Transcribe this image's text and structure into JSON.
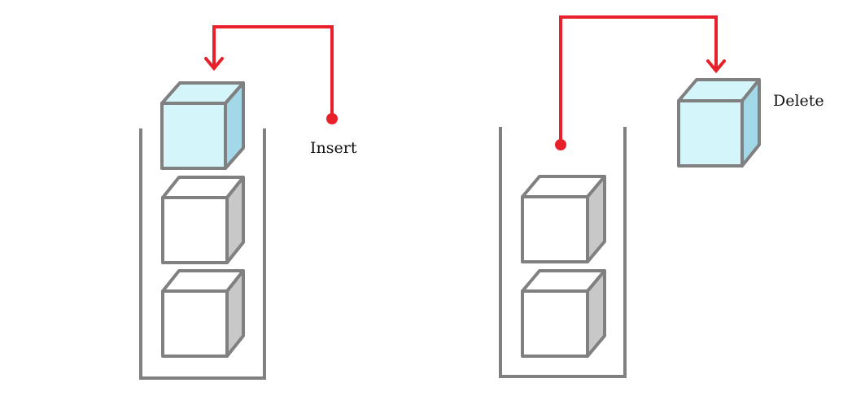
{
  "labels": {
    "insert": "Insert",
    "delete": "Delete"
  },
  "colors": {
    "container": "#808080",
    "box_front": "#ffffff",
    "box_top": "#ffffff",
    "box_side": "#c8c8c8",
    "active_box_front": "#d4f6fa",
    "active_box_top": "#d4f6fa",
    "active_box_side": "#a3d8e8",
    "arrow": "#e8202a"
  },
  "stacks": [
    {
      "name": "insert-stack",
      "stacked_boxes": 2,
      "operation": "insert",
      "active_box_position": "on-top"
    },
    {
      "name": "delete-stack",
      "stacked_boxes": 2,
      "operation": "delete",
      "active_box_position": "removed"
    }
  ]
}
